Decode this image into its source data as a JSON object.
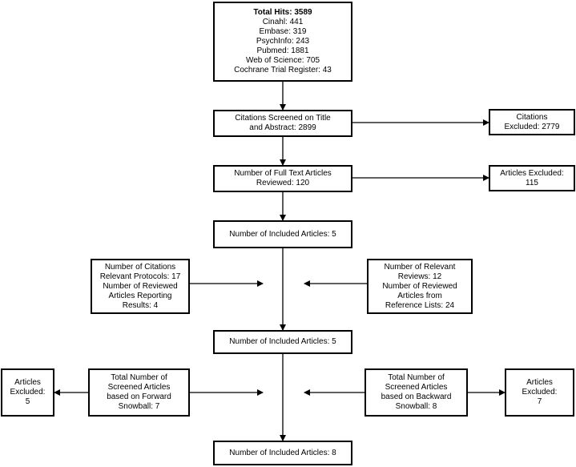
{
  "total_hits": {
    "title": "Total Hits: 3589",
    "lines": [
      "Cinahl: 441",
      "Embase: 319",
      "PsychInfo: 243",
      "Pubmed: 1881",
      "Web of Science: 705",
      "Cochrane Trial Register: 43"
    ]
  },
  "screened": [
    "Citations Screened on Title",
    "and Abstract: 2899"
  ],
  "citations_excluded": [
    "Citations",
    "Excluded: 2779"
  ],
  "full_text": [
    "Number of Full Text Articles",
    "Reviewed: 120"
  ],
  "full_text_excluded": [
    "Articles Excluded:",
    "115"
  ],
  "included_1": [
    "Number of Included Articles: 5"
  ],
  "protocols": [
    "Number of Citations",
    "Relevant Protocols: 17",
    "Number of Reviewed",
    "Articles Reporting",
    "Results: 4"
  ],
  "reviews": [
    "Number of Relevant",
    "Reviews: 12",
    "Number of Reviewed",
    "Articles from",
    "Reference Lists: 24"
  ],
  "included_2": [
    "Number of Included Articles: 5"
  ],
  "forward_excluded": [
    "Articles",
    "Excluded:",
    "5"
  ],
  "forward": [
    "Total Number of",
    "Screened Articles",
    "based on Forward",
    "Snowball: 7"
  ],
  "backward": [
    "Total Number of",
    "Screened Articles",
    "based on Backward",
    "Snowball: 8"
  ],
  "backward_excluded": [
    "Articles",
    "Excluded:",
    "7"
  ],
  "included_3": [
    "Number of Included Articles: 8"
  ],
  "colors": {
    "line": "#000000",
    "background": "#ffffff"
  }
}
